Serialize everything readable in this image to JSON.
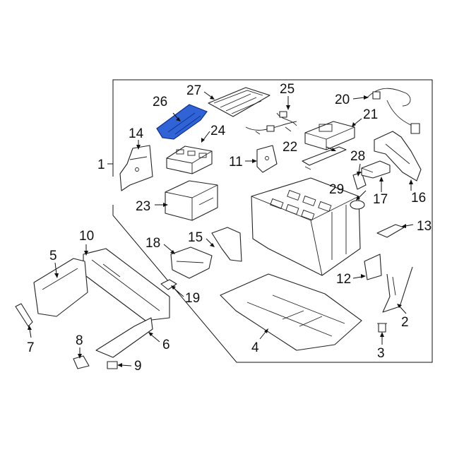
{
  "diagram": {
    "highlight_color": "#2f63d6",
    "highlighted_part": "26",
    "callouts": [
      {
        "id": "c1",
        "label": "1"
      },
      {
        "id": "c2",
        "label": "2"
      },
      {
        "id": "c3",
        "label": "3"
      },
      {
        "id": "c4",
        "label": "4"
      },
      {
        "id": "c5",
        "label": "5"
      },
      {
        "id": "c6",
        "label": "6"
      },
      {
        "id": "c7",
        "label": "7"
      },
      {
        "id": "c8",
        "label": "8"
      },
      {
        "id": "c9",
        "label": "9"
      },
      {
        "id": "c10",
        "label": "10"
      },
      {
        "id": "c11",
        "label": "11"
      },
      {
        "id": "c12",
        "label": "12"
      },
      {
        "id": "c13",
        "label": "13"
      },
      {
        "id": "c14",
        "label": "14"
      },
      {
        "id": "c15",
        "label": "15"
      },
      {
        "id": "c16",
        "label": "16"
      },
      {
        "id": "c17",
        "label": "17"
      },
      {
        "id": "c18",
        "label": "18"
      },
      {
        "id": "c19",
        "label": "19"
      },
      {
        "id": "c20",
        "label": "20"
      },
      {
        "id": "c21",
        "label": "21"
      },
      {
        "id": "c22",
        "label": "22"
      },
      {
        "id": "c23",
        "label": "23"
      },
      {
        "id": "c24",
        "label": "24"
      },
      {
        "id": "c25",
        "label": "25"
      },
      {
        "id": "c26",
        "label": "26"
      },
      {
        "id": "c27",
        "label": "27"
      },
      {
        "id": "c28",
        "label": "28"
      },
      {
        "id": "c29",
        "label": "29"
      }
    ]
  }
}
